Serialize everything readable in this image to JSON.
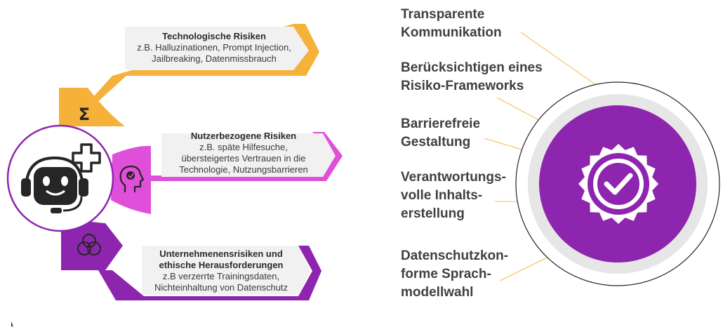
{
  "colors": {
    "orange": "#F6B13B",
    "magenta": "#E04FD9",
    "purple": "#8E25AE",
    "purple_dark": "#6E1A8C",
    "text_box": "#F1F1F1",
    "dark": "#262626"
  },
  "risks": [
    {
      "title": "Technologische Risiken",
      "detail": "z.B. Halluzinationen, Prompt Injection,\nJailbreaking, Datenmissbrauch",
      "icon": "sigma-icon",
      "icon_glyph": "Σ",
      "color": "orange"
    },
    {
      "title": "Nutzerbezogene Risiken",
      "detail": "z.B. späte Hilfesuche,\nübersteigertes Vertrauen in die\nTechnologie, Nutzungsbarrieren",
      "icon": "head-check-icon",
      "color": "magenta"
    },
    {
      "title": "Unternehmenensrisiken und\nethische Herausforderungen",
      "detail": "z.B verzerrte Trainingsdaten,\nNichteinhaltung von Datenschutz",
      "icon": "venn-circles-icon",
      "color": "purple"
    }
  ],
  "center_icon": {
    "robot": "robot-headset-icon",
    "badge": "medical-cross-icon"
  },
  "measures": [
    "Transparente\nKommunikation",
    "Berücksichtigen eines\nRisiko-Frameworks",
    "Barrierefreie\nGestaltung",
    "Verantwortungs-\nvolle Inhalts-\nerstellung",
    "Datenschutzkon-\nforme Sprach-\nmodellwahl"
  ],
  "seal": {
    "icon": "seal-check-icon"
  }
}
